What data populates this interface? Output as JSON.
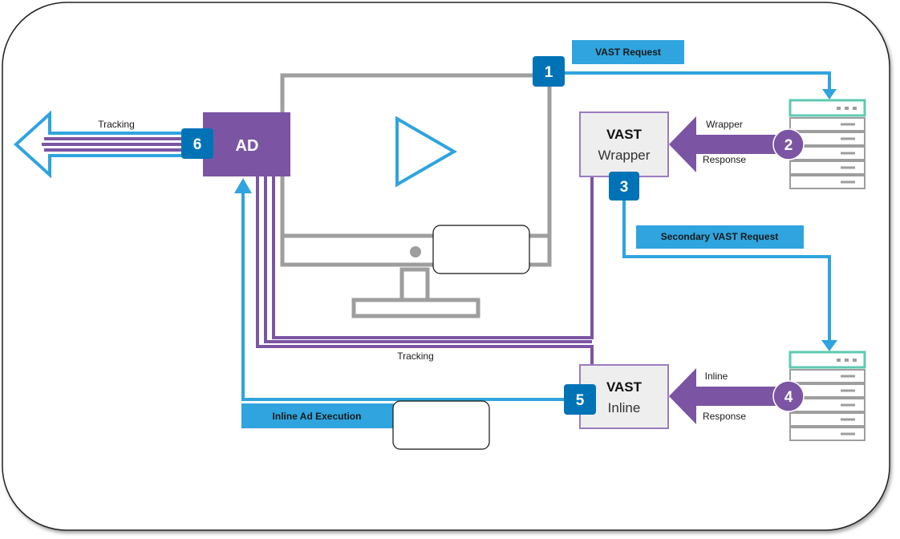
{
  "ad_box": {
    "label": "AD"
  },
  "labels": {
    "vast_request": "VAST Request",
    "secondary_vast_request": "Secondary VAST Request",
    "inline_ad_execution": "Inline Ad Execution",
    "tracking_top": "Tracking",
    "tracking_bottom": "Tracking",
    "wrapper": "Wrapper",
    "response_top": "Response",
    "inline": "Inline",
    "response_bottom": "Response"
  },
  "vast_wrapper": {
    "title": "VAST",
    "subtitle": "Wrapper"
  },
  "vast_inline": {
    "title": "VAST",
    "subtitle": "Inline"
  },
  "steps": [
    "1",
    "2",
    "3",
    "4",
    "5",
    "6"
  ],
  "colors": {
    "blue": "#2fa4de",
    "dark_blue": "#0073b7",
    "purple": "#7b55a3",
    "gray": "#9e9e9e",
    "server_teal": "#5ec9b0"
  }
}
